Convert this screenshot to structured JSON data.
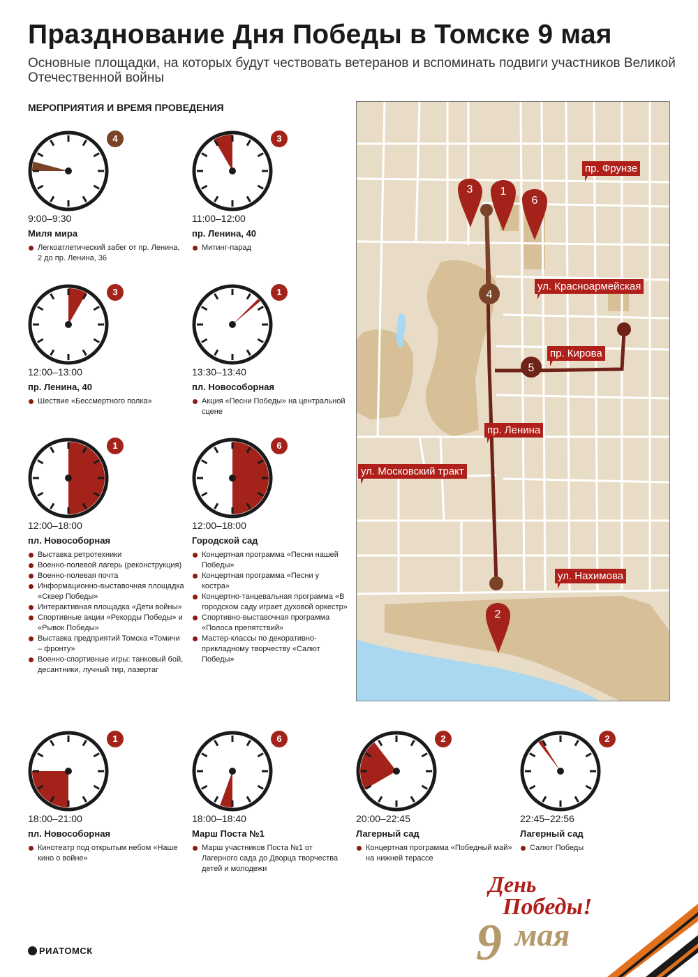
{
  "header": {
    "title": "Празднование Дня Победы в Томске 9 мая",
    "subtitle": "Основные площадки, на которых будут чествовать ветеранов и вспоминать подвиги участников Великой Отечественной войны",
    "section_heading": "МЕРОПРИЯТИЯ И ВРЕМЯ ПРОВЕДЕНИЯ"
  },
  "colors": {
    "accent_red": "#a3231a",
    "accent_brown": "#7a4327",
    "map_bg": "#e8dcc7",
    "map_park": "#d7bf98",
    "map_water": "#a9d8f0",
    "route": "#6e2218"
  },
  "events": [
    {
      "badge": "4",
      "time": "9:00–9:30",
      "place": "Миля мира",
      "items": [
        "Легкоатлетический забег от пр. Ленина, 2 до пр. Ленина, 36"
      ]
    },
    {
      "badge": "3",
      "time": "11:00–12:00",
      "place": "пр. Ленина, 40",
      "items": [
        "Митинг-парад"
      ]
    },
    {
      "badge": "3",
      "time": "12:00–13:00",
      "place": "пр. Ленина, 40",
      "items": [
        "Шествие «Бессмертного полка»"
      ]
    },
    {
      "badge": "1",
      "time": "13:30–13:40",
      "place": "пл. Новособорная",
      "items": [
        "Акция «Песни Победы» на центральной сцене"
      ]
    },
    {
      "badge": "1",
      "time": "12:00–18:00",
      "place": "пл. Новособорная",
      "items": [
        "Выставка ретротехники",
        "Военно-полевой лагерь (реконструкция)",
        "Военно-полевая почта",
        "Информационно-выставочная площадка «Сквер Победы»",
        "Интерактивная площадка «Дети войны»",
        "Спортивные акции «Рекорды Победы» и «Рывок Победы»",
        "Выставка предприятий Томска «Томичи – фронту»",
        "Военно-спортивные игры: танковый бой, десантники, лучный тир, лазертаг"
      ]
    },
    {
      "badge": "6",
      "time": "12:00–18:00",
      "place": "Городской сад",
      "items": [
        "Концертная программа «Песни нашей Победы»",
        "Концертная программа «Песни у костра»",
        "Концертно-танцевальная программа «В городском саду играет духовой оркестр»",
        "Спортивно-выставочная программа «Полоса препятствий»",
        "Мастер-классы по декоративно-прикладному творчеству «Салют Победы»"
      ]
    },
    {
      "badge": "1",
      "time": "18:00–21:00",
      "place": "пл. Новособорная",
      "items": [
        "Кинотеатр под открытым небом «Наше кино о войне»"
      ]
    },
    {
      "badge": "6",
      "time": "18:00–18:40",
      "place": "Марш Поста №1",
      "items": [
        "Марш участников Поста №1 от Лагерного сада до Дворца творчества детей и молодежи"
      ]
    },
    {
      "badge": "2",
      "time": "20:00–22:45",
      "place": "Лагерный сад",
      "items": [
        "Концертная программа «Победный май» на нижней терассе"
      ]
    },
    {
      "badge": "2",
      "time": "22:45–22:56",
      "place": "Лагерный сад",
      "items": [
        "Салют Победы"
      ]
    }
  ],
  "map": {
    "streets": [
      "пр. Фрунзе",
      "ул. Красноармейская",
      "пр. Кирова",
      "пр. Ленина",
      "ул. Московский тракт",
      "ул. Нахимова"
    ],
    "pins": [
      "3",
      "1",
      "6",
      "2"
    ],
    "route_markers": [
      "4",
      "5"
    ]
  },
  "logos": {
    "ria": "РИАТОМСК",
    "victory_line1": "День",
    "victory_line2": "Победы!",
    "victory_number": "9",
    "victory_month": "мая"
  }
}
